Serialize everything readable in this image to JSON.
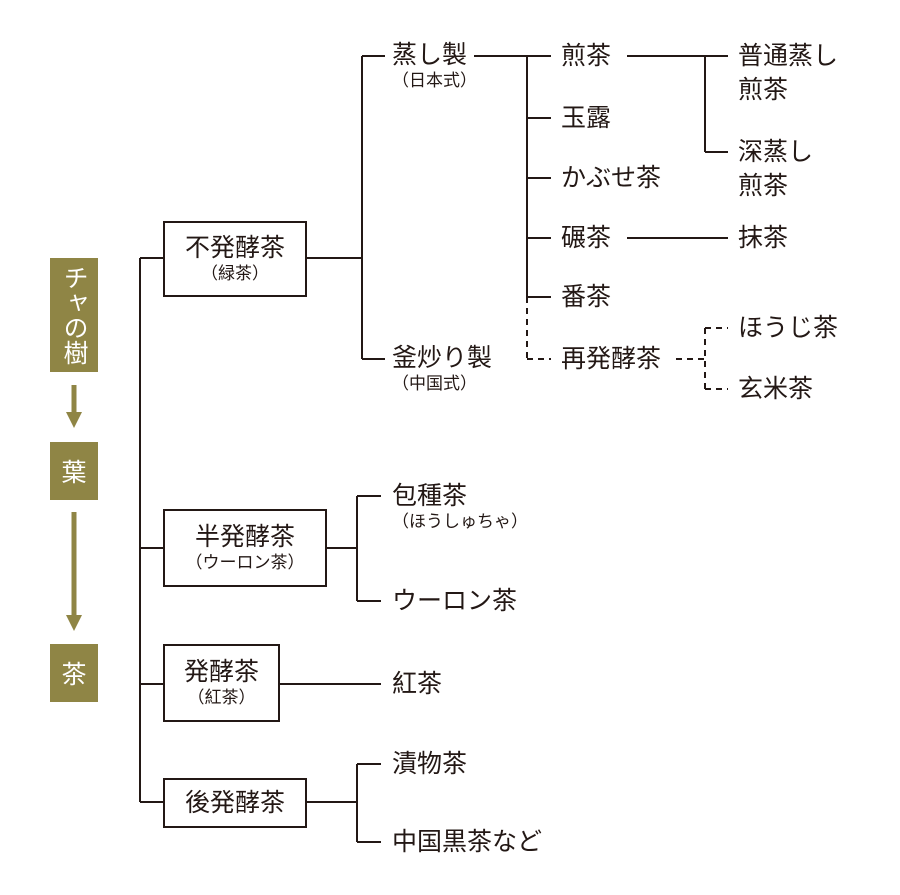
{
  "diagram": {
    "accent_color": "#8f8545",
    "line_color": "#231815",
    "left_flow": [
      {
        "label": "チャの樹"
      },
      {
        "label": "葉"
      },
      {
        "label": "茶"
      }
    ],
    "categories": [
      {
        "label": "不発酵茶",
        "sub": "（緑茶）"
      },
      {
        "label": "半発酵茶",
        "sub": "（ウーロン茶）"
      },
      {
        "label": "発酵茶",
        "sub": "（紅茶）"
      },
      {
        "label": "後発酵茶",
        "sub": ""
      }
    ],
    "green_methods": [
      {
        "label": "蒸し製",
        "sub": "（日本式）"
      },
      {
        "label": "釜炒り製",
        "sub": "（中国式）"
      }
    ],
    "steamed_teas": [
      {
        "label": "煎茶"
      },
      {
        "label": "玉露"
      },
      {
        "label": "かぶせ茶"
      },
      {
        "label": "碾茶"
      },
      {
        "label": "番茶"
      },
      {
        "label": "再発酵茶"
      }
    ],
    "sencha_types": [
      {
        "line1": "普通蒸し",
        "line2": "煎茶"
      },
      {
        "line1": "深蒸し",
        "line2": "煎茶"
      }
    ],
    "tencha_product": "抹茶",
    "refermented_products": [
      {
        "label": "ほうじ茶"
      },
      {
        "label": "玄米茶"
      }
    ],
    "oolong_types": [
      {
        "label": "包種茶",
        "sub": "（ほうしゅちゃ）"
      },
      {
        "label": "ウーロン茶",
        "sub": ""
      }
    ],
    "black_tea_types": [
      {
        "label": "紅茶"
      }
    ],
    "post_fermented_types": [
      {
        "label": "漬物茶"
      },
      {
        "label": "中国黒茶など"
      }
    ]
  }
}
